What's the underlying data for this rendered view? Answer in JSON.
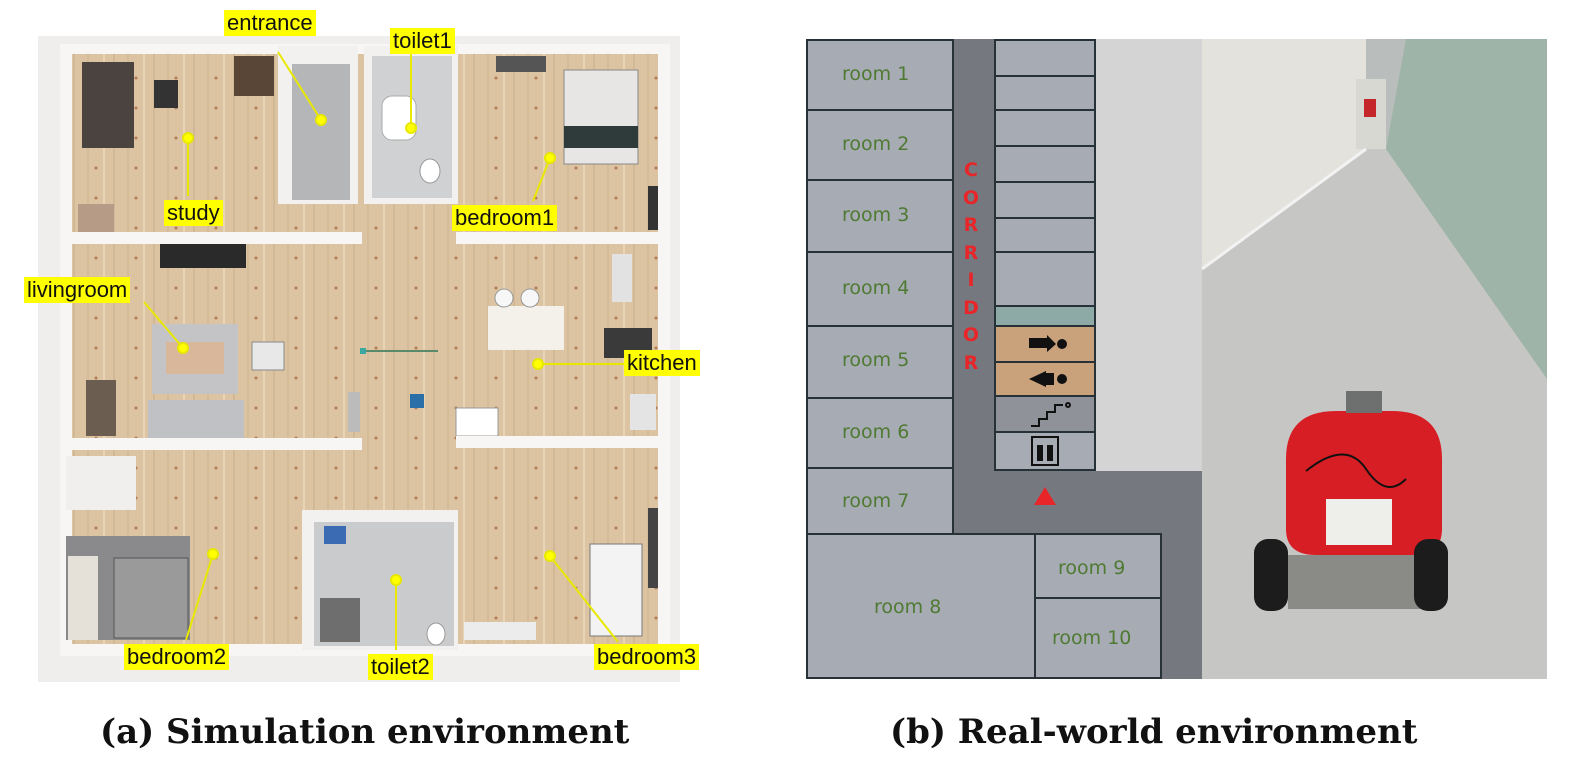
{
  "simulation": {
    "rooms": {
      "entrance": "entrance",
      "toilet1": "toilet1",
      "study": "study",
      "bedroom1": "bedroom1",
      "livingroom": "livingroom",
      "kitchen": "kitchen",
      "bedroom2": "bedroom2",
      "toilet2": "toilet2",
      "bedroom3": "bedroom3"
    },
    "label_color": "#ffff00",
    "floor_color": "#dcc4a2"
  },
  "realworld": {
    "rooms_left": [
      "room 1",
      "room 2",
      "room 3",
      "room 4",
      "room 5",
      "room 6",
      "room 7"
    ],
    "room8": "room 8",
    "room9": "room 9",
    "room10": "room 10",
    "corridor_letters": [
      "C",
      "O",
      "R",
      "R",
      "I",
      "D",
      "O",
      "R"
    ],
    "room_fill": "#a7abb3",
    "corridor_fill": "#75787f",
    "room_text_color": "#4f7a33",
    "corridor_text_color": "#e8262a",
    "icons": [
      "men-toilet-icon",
      "women-toilet-icon",
      "stairs-icon",
      "elevator-icon",
      "robot-start-marker-icon"
    ]
  },
  "captions": {
    "a": "(a) Simulation environment",
    "b": "(b) Real-world environment"
  }
}
